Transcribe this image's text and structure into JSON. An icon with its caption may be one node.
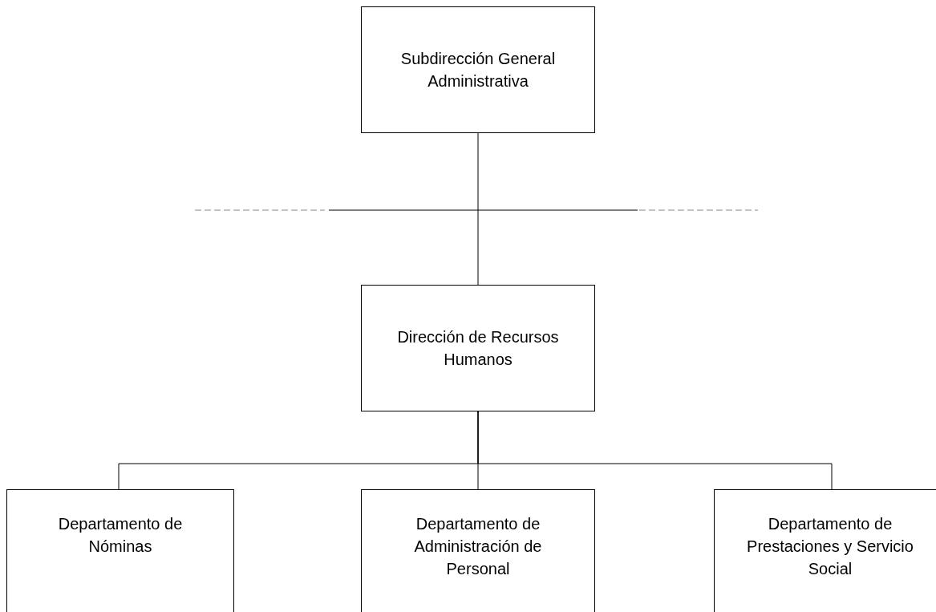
{
  "diagram": {
    "nodes": [
      {
        "text": [
          "Subdirección General Administrativa"
        ]
      },
      {
        "text": [
          "Dirección de Recursos Humanos"
        ]
      },
      {
        "text": [
          "Departamento de Nóminas"
        ]
      },
      {
        "text": [
          "Departamento de Administración de Personal"
        ]
      },
      {
        "text": [
          "Departamento de Prestaciones y Servicio Social"
        ]
      }
    ],
    "edges": [
      {
        "from": 0,
        "to": 1,
        "arrow": "none"
      },
      {
        "from": 1,
        "to": 2,
        "arrow": "none"
      },
      {
        "from": 1,
        "to": 3,
        "arrow": "none"
      },
      {
        "from": 1,
        "to": 4,
        "arrow": "none"
      }
    ]
  }
}
